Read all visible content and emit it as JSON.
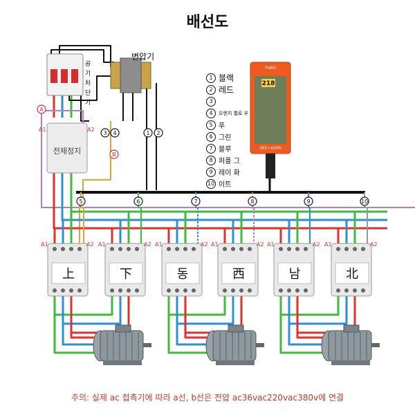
{
  "title": "배선도",
  "breaker_label": [
    "공기",
    "차",
    "단기"
  ],
  "transformer_label": "변압기",
  "remote": {
    "display": "218",
    "voltage_label": "36V~630V",
    "brand": "YUBO"
  },
  "stop_contactor_label": "전체정지",
  "wire_legend": [
    {
      "num": "1",
      "label": "블랙"
    },
    {
      "num": "2",
      "label": "레드"
    },
    {
      "num": "3",
      "label": ""
    },
    {
      "num": "4",
      "label": "오렌지 옐로 우"
    },
    {
      "num": "5",
      "label": "푸"
    },
    {
      "num": "6",
      "label": "그린"
    },
    {
      "num": "7",
      "label": "블루"
    },
    {
      "num": "8",
      "label": "퍼플 그"
    },
    {
      "num": "9",
      "label": "레이 화"
    },
    {
      "num": "10",
      "label": "이트"
    }
  ],
  "terminal_labels": {
    "a1": "A1",
    "a2": "A2",
    "a": "A",
    "b": "B"
  },
  "transformer_terminals": [
    "3",
    "4",
    "1",
    "2"
  ],
  "bus_taps": [
    "5",
    "6",
    "7",
    "8",
    "9",
    "10"
  ],
  "contactors": [
    "上",
    "下",
    "동",
    "西",
    "남",
    "北"
  ],
  "note": "주의: 실제 ac 접촉기에 따라 a선, b선은 전압 ac36vac220vac380v에 연결",
  "colors": {
    "red": "#e0302b",
    "blue": "#2b8fd6",
    "green": "#3dbb3a",
    "black": "#111111",
    "purple": "#b57bd0",
    "orange": "#e8a030",
    "remote_body": "#f05a1e"
  }
}
